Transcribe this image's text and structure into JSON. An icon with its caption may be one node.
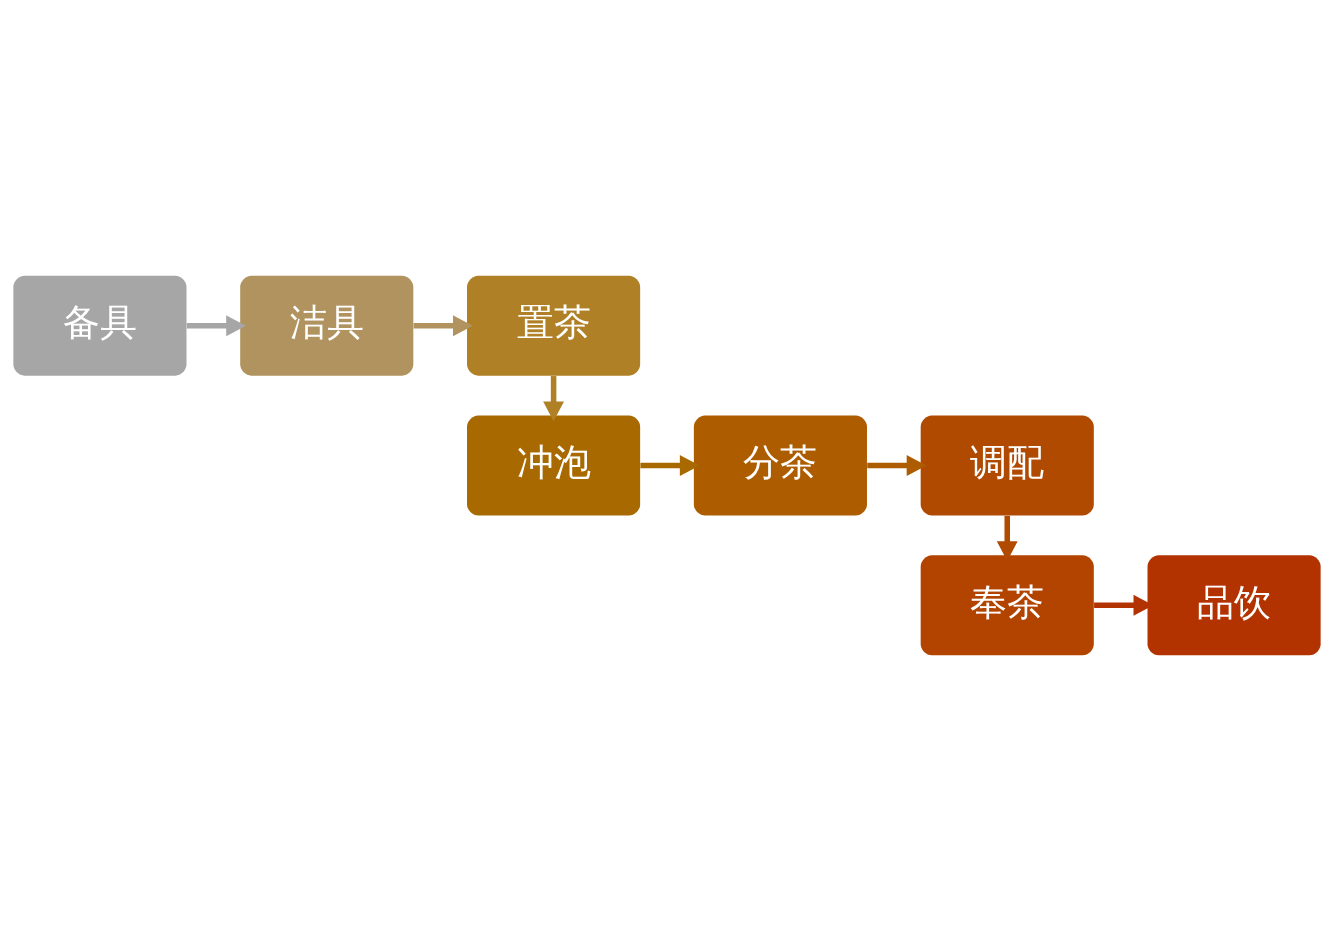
{
  "diagram": {
    "nodes": [
      {
        "text": [
          "备具"
        ]
      },
      {
        "text": [
          "洁具"
        ]
      },
      {
        "text": [
          "置茶"
        ]
      },
      {
        "text": [
          "冲泡"
        ]
      },
      {
        "text": [
          "分茶"
        ]
      },
      {
        "text": [
          "调配"
        ]
      },
      {
        "text": [
          "奉茶"
        ]
      },
      {
        "text": [
          "品饮"
        ]
      }
    ],
    "edges": [
      {
        "from": 0,
        "to": 1,
        "arrow": "to",
        "color": "#a6a6a6"
      },
      {
        "from": 1,
        "to": 2,
        "arrow": "to",
        "color": "#b0935e"
      },
      {
        "from": 2,
        "to": 3,
        "arrow": "to",
        "color": "#b08026"
      },
      {
        "from": 3,
        "to": 4,
        "arrow": "to",
        "color": "#a86a00"
      },
      {
        "from": 4,
        "to": 5,
        "arrow": "to",
        "color": "#ad5c00"
      },
      {
        "from": 5,
        "to": 6,
        "arrow": "to",
        "color": "#b04a00"
      },
      {
        "from": 6,
        "to": 7,
        "arrow": "to",
        "color": "#b33300"
      }
    ]
  }
}
